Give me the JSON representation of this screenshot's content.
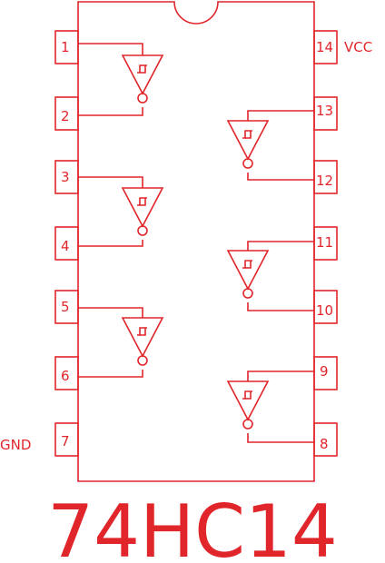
{
  "chip": {
    "part_number": "74HC14",
    "vcc_label": "VCC",
    "gnd_label": "GND",
    "color": "#e1262b"
  },
  "pins": {
    "p1": "1",
    "p2": "2",
    "p3": "3",
    "p4": "4",
    "p5": "5",
    "p6": "6",
    "p7": "7",
    "p8": "8",
    "p9": "9",
    "p10": "10",
    "p11": "11",
    "p12": "12",
    "p13": "13",
    "p14": "14"
  },
  "gates": {
    "symbol": "schmitt-trigger-inverter",
    "count": 6
  }
}
